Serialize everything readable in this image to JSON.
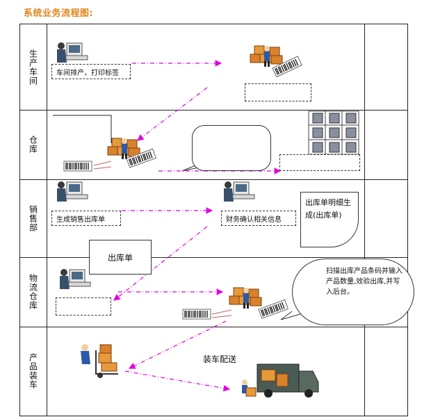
{
  "title": "系统业务流程图:",
  "lanes": [
    {
      "label": "生产车间"
    },
    {
      "label": "仓库"
    },
    {
      "label": "销售部"
    },
    {
      "label": "物流仓库"
    },
    {
      "label": "产品装车"
    }
  ],
  "boxes": {
    "workshop_schedule": "车间排产，打印标签",
    "sales_order": "生成销售出库单",
    "finance_confirm": "财务确认相关信息"
  },
  "notes": {
    "outbound_detail": "出库单明细生成(出库单)",
    "outbound_slip": "出库单",
    "scan_instructions": "扫描出库产品条码并输入产品数量,效验出库,并写入后台。",
    "loading_delivery": "装车配送"
  },
  "colors": {
    "title": "#e0861a",
    "arrow": "#e000e0",
    "border": "#222222"
  },
  "icons": [
    "operator-computer-icon",
    "worker-boxes-icon",
    "barcode-scanner-icon",
    "shelving-rack-icon",
    "hand-truck-icon",
    "delivery-truck-icon"
  ]
}
